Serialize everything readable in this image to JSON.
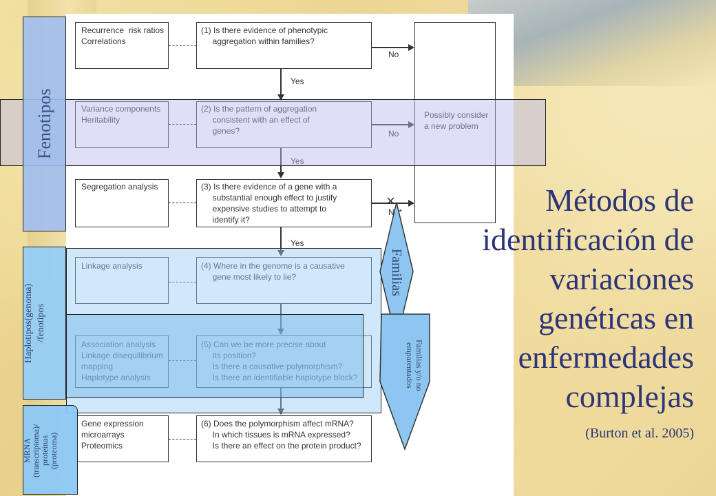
{
  "slide": {
    "title_lines": [
      "Métodos de",
      "identificación de",
      "variaciones",
      "genéticas en",
      "enfermedades",
      "complejas"
    ],
    "citation": "(Burton et al. 2005)"
  },
  "side_labels": {
    "fenotipos": "Fenotipos",
    "haplotipos": "Haplotipos(genoma)\n/fenotipos",
    "mrna": "MRNA\n(transcriptoma)/\nproteinas\n(proteoma)",
    "familias": "Familias",
    "familias_no": "Familias y/o no\nemparentados"
  },
  "flowchart": {
    "rows": [
      {
        "method": "Recurrence  risk ratios\nCorrelations",
        "question": "(1) Is there evidence of phenotypic\n     aggregation within families?"
      },
      {
        "method": "Variance components\nHeritability",
        "question": "(2) Is the pattern of aggregation\n     consistent with an effect of\n     genes?"
      },
      {
        "method": "Segregation analysis",
        "question": "(3) Is there evidence of a gene with a\n     substantial enough effect to justify\n     expensive studies to attempt to\n     identify it?"
      },
      {
        "method": "Linkage analysis",
        "question": "(4) Where in the genome is a causative\n     gene most likely to lie?"
      },
      {
        "method": "Association analysis\nLinkage disequilibrium\nmapping\nHaplotype analysis",
        "question": "(5) Can we be more precise about\n     its position?\n     Is there a causative polymorphism?\n     Is there an identifiable haplotype block?"
      },
      {
        "method": "Gene expression\nmicroarrays\nProteomics",
        "question": "(6) Does the polymorphism affect mRNA?\n     In which tissues is mRNA expressed?\n     Is there an effect on the protein product?"
      }
    ],
    "yes_label": "Yes",
    "no_label": "No",
    "no_star_label": "No*",
    "outcome": "Possibly consider\na new problem"
  },
  "colors": {
    "title": "#2b3578",
    "overlay_purple": "#c9c9f2",
    "overlay_blue": "#a9d3f5",
    "overlay_blue_dark": "#86bde6"
  }
}
